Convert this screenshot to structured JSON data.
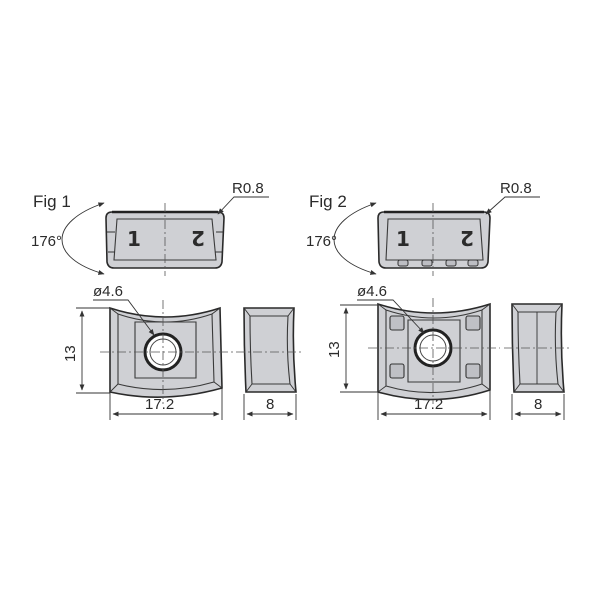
{
  "figures": [
    {
      "title": "Fig 1",
      "angle_label": "176°",
      "radius_label": "R0.8",
      "hole_label": "ø4.6",
      "height_label": "13",
      "length_label": "17.2",
      "width_label": "8",
      "edge_number_left": "1",
      "edge_number_right": "2"
    },
    {
      "title": "Fig 2",
      "angle_label": "176°",
      "radius_label": "R0.8",
      "hole_label": "ø4.6",
      "height_label": "13",
      "length_label": "17.2",
      "width_label": "8",
      "edge_number_left": "1",
      "edge_number_right": "2"
    }
  ],
  "colors": {
    "body": "#cfd0d4",
    "outline": "#2a2a2a",
    "text": "#2b2b2b"
  }
}
